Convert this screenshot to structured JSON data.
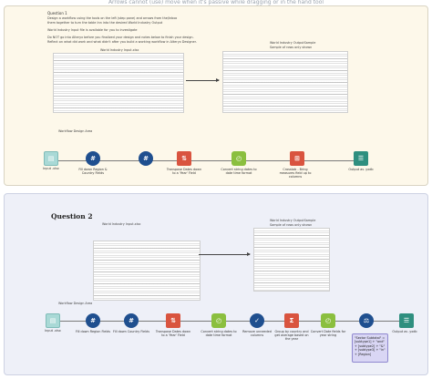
{
  "hint_text": "Arrows cannot (use) move when it's passive while dragging or in the hand tool",
  "question1": {
    "title": "Question 1",
    "instructions": [
      "Design a workflow using the tools on the left (step pane) and arrows from the/Inbox",
      "them together to turn the table Inn into the desired World Industry Output",
      "",
      "World Industry Input file is available for you to investigate",
      "",
      "Do NOT go into Alteryx before you finalized your design and notes below to finish your design.",
      "Reflect on what did work and what didn't after you build a working workflow in Alteryx Designer."
    ],
    "input_label": "World Industry Input.xlsx",
    "output_label_1": "World Industry OutputSample",
    "output_label_2": "Sample of rows only shown",
    "design_area_label": "Workflow Design Area",
    "nodes": [
      {
        "label": "Input .xlsx",
        "icon": "book-icon",
        "color": "#a9d9d6"
      },
      {
        "label": "Fill down Region & Country Fields",
        "icon": "multi-row-formula-icon",
        "color": "#1f4f8f"
      },
      {
        "label": "",
        "icon": "multi-row-formula-icon",
        "color": "#1f4f8f"
      },
      {
        "label": "Transpose Dates down to a 'Year' Field",
        "icon": "transpose-icon",
        "color": "#d9543f"
      },
      {
        "label": "Convert string dates to date time format",
        "icon": "datetime-icon",
        "color": "#8bbf3f"
      },
      {
        "label": "Crosstab - Bring measures field up to columns",
        "icon": "crosstab-icon",
        "color": "#d9543f"
      },
      {
        "label": "Output as .yxdb",
        "icon": "browse-icon",
        "color": "#2f8f7f"
      }
    ]
  },
  "question2": {
    "title": "Question 2",
    "input_label": "World Industry Input.xlsx",
    "output_label_1": "World Industry OutputSample",
    "output_label_2": "Sample of rows only shown",
    "design_area_label": "Workflow Design Area",
    "nodes": [
      {
        "label": "Input .xlsx",
        "icon": "book-icon",
        "color": "#a9d9d6"
      },
      {
        "label": "Fill down Region Fields",
        "icon": "multi-row-formula-icon",
        "color": "#1f4f8f"
      },
      {
        "label": "Fill down Country Fields",
        "icon": "multi-row-formula-icon",
        "color": "#1f4f8f"
      },
      {
        "label": "Transpose Dates down to a 'Year' Field",
        "icon": "transpose-icon",
        "color": "#d9543f"
      },
      {
        "label": "Convert string dates to date time format",
        "icon": "datetime-icon",
        "color": "#8bbf3f"
      },
      {
        "label": "Remove unneeded columns",
        "icon": "select-icon",
        "color": "#1f4f8f"
      },
      {
        "label": "Group by country and get average based on the year",
        "icon": "summarize-icon",
        "color": "#d9543f"
      },
      {
        "label": "Convert Date fields for year string",
        "icon": "datetime-icon",
        "color": "#8bbf3f"
      },
      {
        "label": "",
        "icon": "formula-icon",
        "color": "#1f4f8f"
      },
      {
        "label": "Output as .yxdb",
        "icon": "browse-icon",
        "color": "#2f8f7f"
      }
    ],
    "note_text": "\"Sector Subtotal\" = [subtype1] + \"and\" + [subtype2] + \"&\" + [subtype3] + \"in\" + [Region]"
  }
}
